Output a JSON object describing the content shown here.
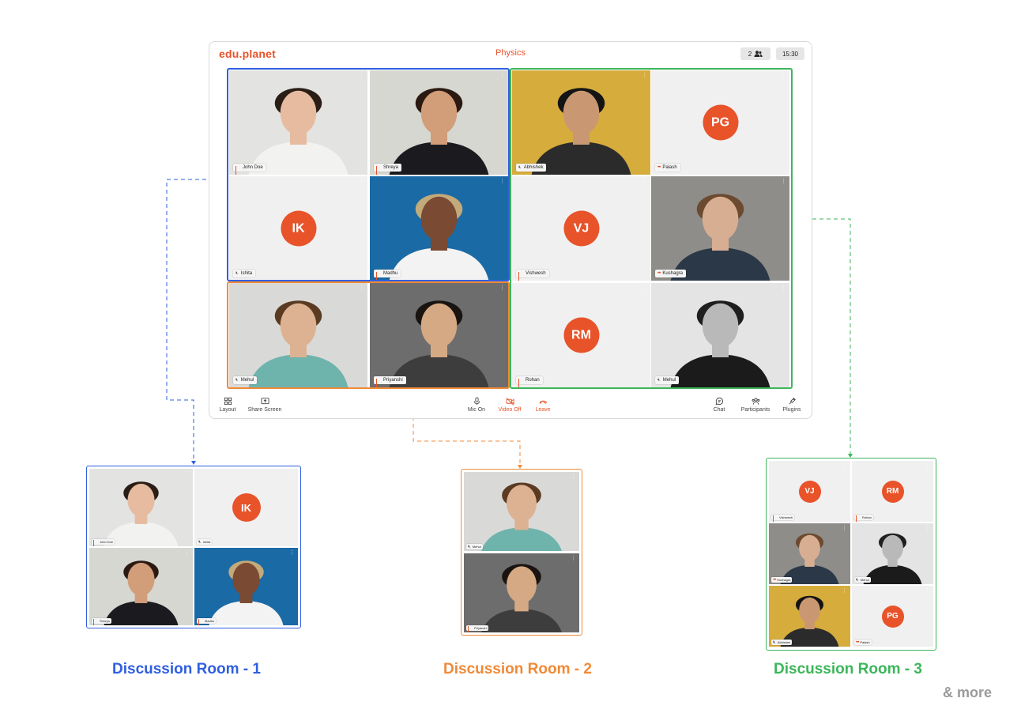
{
  "app": {
    "logo": "edu.planet",
    "room_title": "Physics",
    "participants_count": "2",
    "time": "15:30"
  },
  "colors": {
    "accent": "#e8532a",
    "room1": "#2f5fe0",
    "room2": "#f08a37",
    "room3": "#3cb65a"
  },
  "participants": [
    {
      "id": "john",
      "name": "John Doe",
      "status": "speaking",
      "video": "photo"
    },
    {
      "id": "shreya",
      "name": "Shreya",
      "status": "speaking",
      "video": "photo"
    },
    {
      "id": "abhishek",
      "name": "Abhishek",
      "status": "muted",
      "video": "photo"
    },
    {
      "id": "palash",
      "name": "Palash",
      "status": "idle",
      "video": "off",
      "initials": "PG"
    },
    {
      "id": "ishita",
      "name": "Ishita",
      "status": "muted",
      "video": "off",
      "initials": "IK"
    },
    {
      "id": "madhu",
      "name": "Madhu",
      "status": "speaking",
      "video": "photo"
    },
    {
      "id": "vishwesh",
      "name": "Vishwesh",
      "status": "speaking",
      "video": "off",
      "initials": "VJ"
    },
    {
      "id": "kushagra",
      "name": "Kushagra",
      "status": "idle",
      "video": "photo"
    },
    {
      "id": "mehul1",
      "name": "Mehul",
      "status": "muted",
      "video": "photo"
    },
    {
      "id": "priyanshi",
      "name": "Priyanshi",
      "status": "speaking",
      "video": "photo"
    },
    {
      "id": "rohan",
      "name": "Rohan",
      "status": "speaking",
      "video": "off",
      "initials": "RM"
    },
    {
      "id": "mehul2",
      "name": "Mehul",
      "status": "muted",
      "video": "photo"
    }
  ],
  "toolbar": {
    "left": [
      {
        "label": "Layout",
        "icon": "grid-icon"
      },
      {
        "label": "Share Screen",
        "icon": "share-screen-icon"
      }
    ],
    "center": [
      {
        "label": "Mic On",
        "icon": "mic-icon"
      },
      {
        "label": "Video Off",
        "icon": "video-off-icon"
      },
      {
        "label": "Leave",
        "icon": "phone-hangup-icon"
      }
    ],
    "right": [
      {
        "label": "Chat",
        "icon": "chat-icon"
      },
      {
        "label": "Participants",
        "icon": "participants-icon"
      },
      {
        "label": "Plugins",
        "icon": "plugins-icon"
      }
    ]
  },
  "rooms": [
    {
      "label": "Discussion Room - 1",
      "members": [
        "john",
        "ishita",
        "shreya",
        "madhu"
      ]
    },
    {
      "label": "Discussion Room - 2",
      "members": [
        "mehul1",
        "priyanshi"
      ]
    },
    {
      "label": "Discussion Room - 3",
      "members": [
        "vishwesh",
        "rohan",
        "kushagra",
        "mehul2",
        "abhishek",
        "palash"
      ]
    }
  ],
  "more_label": "& more"
}
